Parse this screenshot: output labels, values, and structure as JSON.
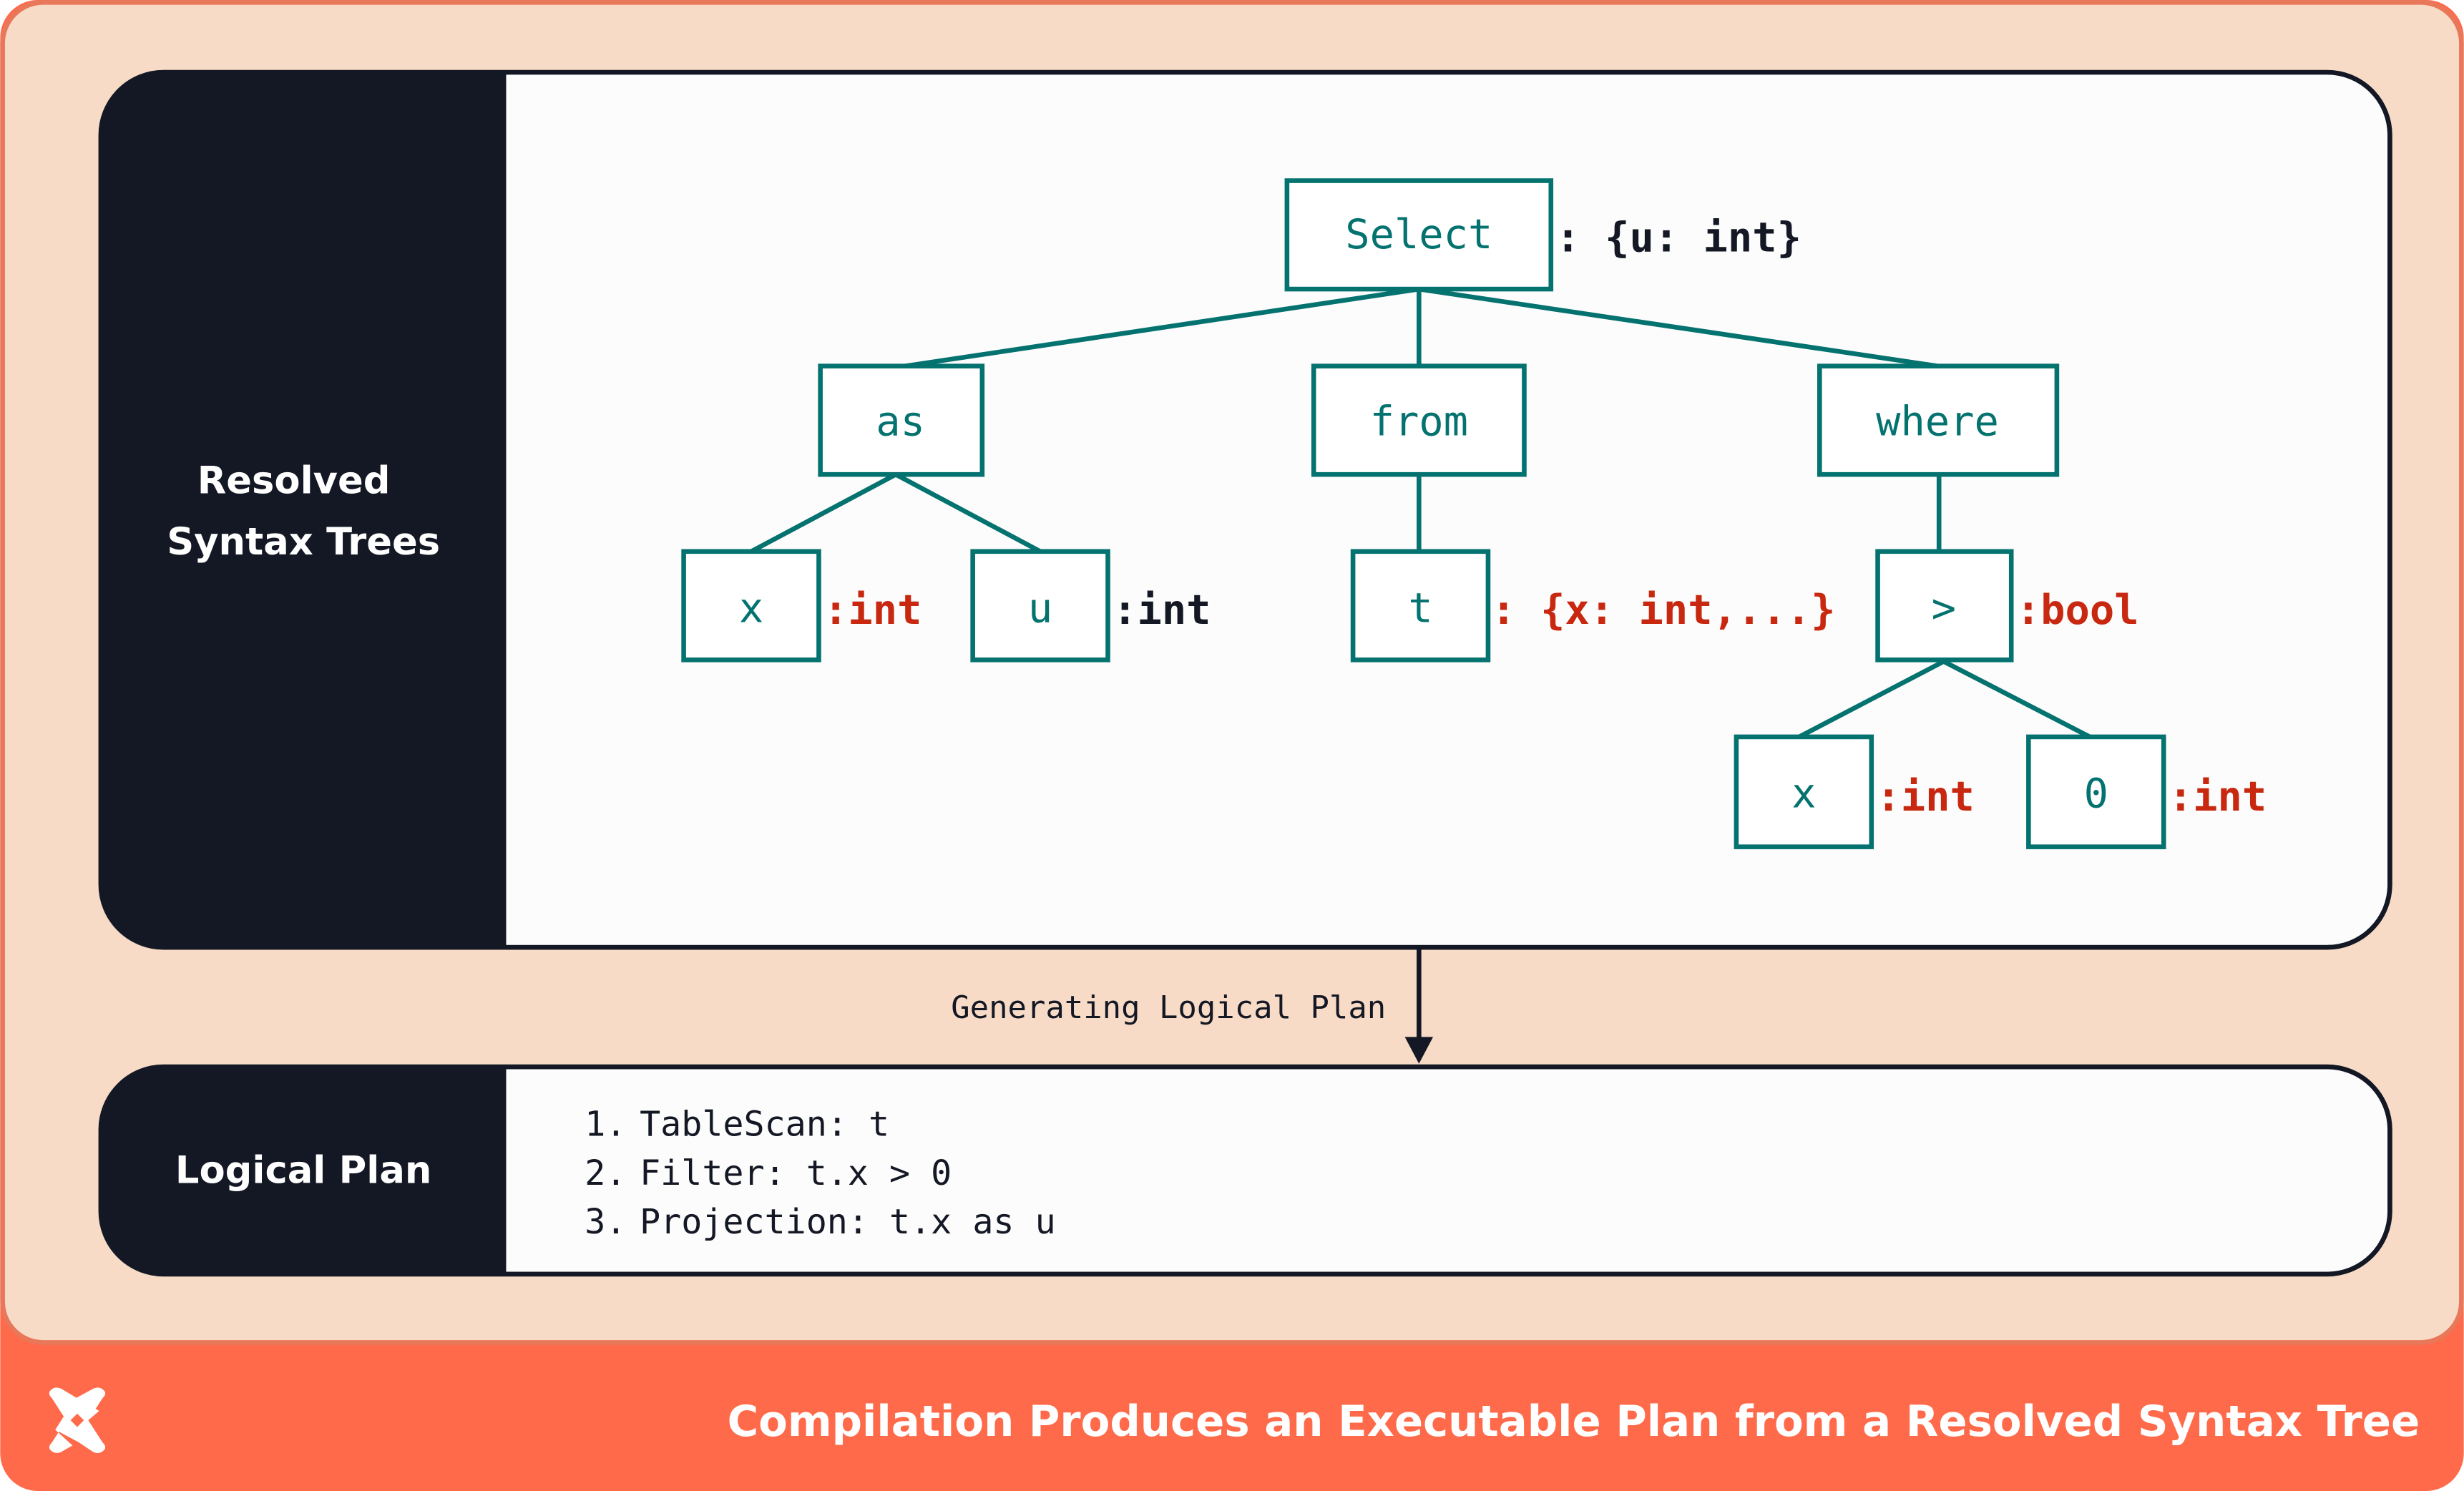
{
  "colors": {
    "background": "#F8DBC6",
    "accent": "#FF6A4A",
    "panel_dark": "#131824",
    "panel_light": "#FCFCFC",
    "node": "#04726F",
    "type_resolved": "#C8280F",
    "type_plain": "#131824"
  },
  "syntax_panel": {
    "title_line1": "Resolved",
    "title_line2": "Syntax Trees"
  },
  "tree": {
    "select": {
      "label": "Select",
      "type": ": {u: int}"
    },
    "as": {
      "label": "as"
    },
    "from": {
      "label": "from"
    },
    "where": {
      "label": "where"
    },
    "as_x": {
      "label": "x",
      "type": ":int"
    },
    "as_u": {
      "label": "u",
      "type": ":int"
    },
    "from_t": {
      "label": "t",
      "type": ": {x: int,...}"
    },
    "where_gt": {
      "label": ">",
      "type": ":bool"
    },
    "gt_x": {
      "label": "x",
      "type": ":int"
    },
    "gt_0": {
      "label": "0",
      "type": ":int"
    }
  },
  "arrow_label": "Generating Logical Plan",
  "plan_panel": {
    "title": "Logical Plan",
    "steps": [
      {
        "num": "1.",
        "text": "TableScan: t"
      },
      {
        "num": "2.",
        "text": "Filter: t.x > 0"
      },
      {
        "num": "3.",
        "text": "Projection: t.x as u"
      }
    ]
  },
  "footer": {
    "logo": "x-logo",
    "caption": "Compilation Produces an Executable Plan from a Resolved Syntax Tree"
  }
}
